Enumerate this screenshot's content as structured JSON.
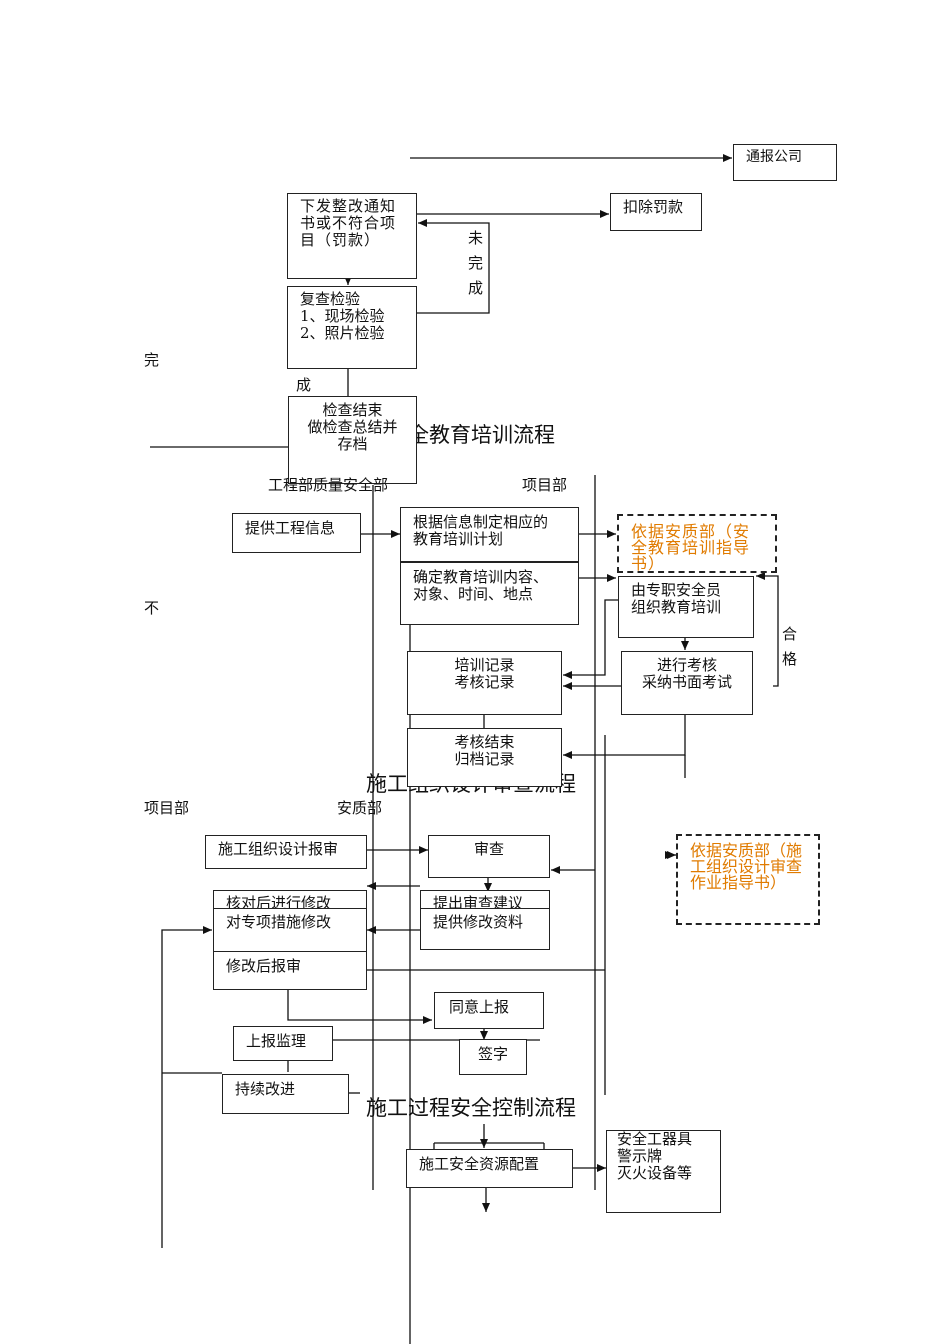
{
  "flow1": {
    "notify_company": "通报公司",
    "issue_notice": "下发整改通知\n书或不符合项\n目（罚款）",
    "deduct_fine": "扣除罚款",
    "not_done": "未\n完\n成",
    "recheck": "复查检验\n1、现场检验\n2、照片检验",
    "done_left": "完",
    "done_right": "成",
    "check_end": "检查结束\n做检查总结并\n存档"
  },
  "flow2": {
    "title": "全教育培训流程",
    "col_left": "工程部质量安全部",
    "col_right": "项目部",
    "provide_info": "提供工程信息",
    "make_plan": "根据信息制定相应的\n教育培训计划",
    "basis": "依据安质部（安\n全教育培训指导\n书）",
    "confirm": "确定教育培训内容、\n对象、时间、地点",
    "organize": "由专职安全员\n组织教育培训",
    "qualified": "合\n格",
    "not_label": "不",
    "records": "培训记录\n考核记录",
    "assess": "进行考核\n采纳书面考试",
    "archive": "考核结束\n归档记录"
  },
  "flow3": {
    "title": "施工组织设计审查流程",
    "col_left": "项目部",
    "col_right": "安质部",
    "submit": "施工组织设计报审",
    "review": "审查",
    "basis": "依据安质部（施\n工组织设计审查\n作业指导书）",
    "check_modify": "核对后进行修改",
    "suggest": "提出审查建议",
    "special_modify": "对专项措施修改",
    "provide_modify": "提供修改资料",
    "resubmit": "修改后报审",
    "agree": "同意上报",
    "report_supervisor": "上报监理",
    "sign": "签字",
    "improve": "持续改进"
  },
  "flow4": {
    "title": "施工过程安全控制流程",
    "resource": "施工安全资源配置",
    "equipment": "安全工器具\n警示牌\n灭火设备等"
  }
}
